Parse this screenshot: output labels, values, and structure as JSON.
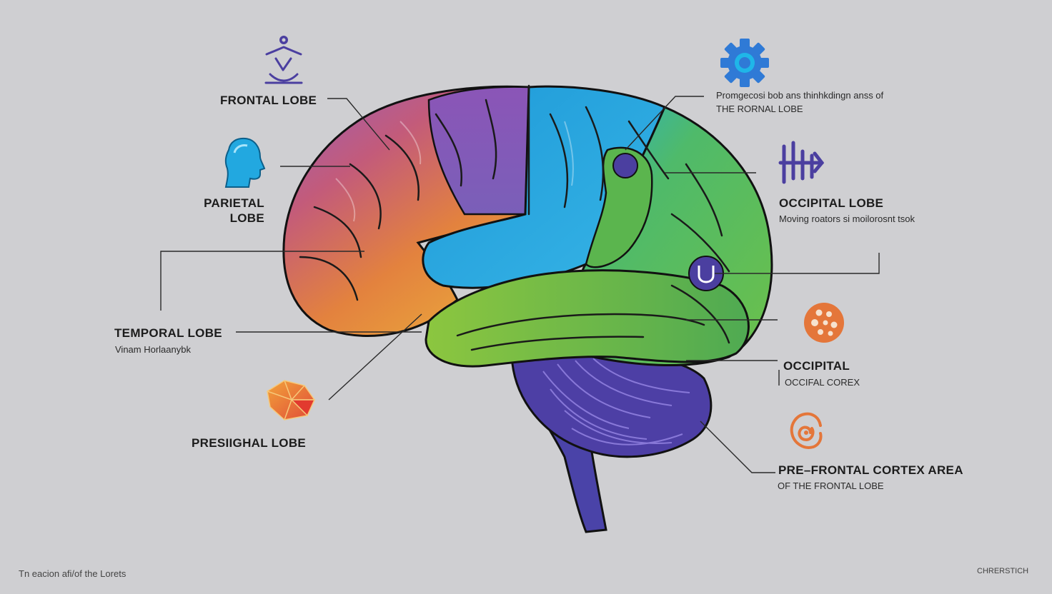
{
  "labels": {
    "frontal_lobe": "FRONTAL LOBE",
    "parietal_lobe_1": "PARIETAL",
    "parietal_lobe_2": "LOBE",
    "temporal_lobe": "TEMPORAL LOBE",
    "temporal_sub": "Vinam Horlaanybk",
    "presighal_lobe": "PRESIIGHAL LOBE",
    "top_right_line1": "Promgecosi bob ans thinhkdingn anss of",
    "top_right_line2": "THE RORNAL LOBE",
    "occipital_lobe": "OCCIPITAL LOBE",
    "occipital_lobe_sub": "Moving roators si moilorosnt tsok",
    "occipital": "OCCIPITAL",
    "occipital_sub": "OCCIFAL COREX",
    "prefrontal": "PRE–FRONTAL CORTEX AREA",
    "prefrontal_sub": "OF THE FRONTAL LOBE"
  },
  "footer": {
    "caption": "Tn eacion afi/of the Lorets",
    "watermark": "CHRERSTICH"
  },
  "colors": {
    "background": "#cfcfd2",
    "frontal_purple": "#8a5ab5",
    "parietal_orange": "#e88a3a",
    "blue_lobe": "#2fa8e0",
    "green_lobe": "#6cc04a",
    "cerebellum_indigo": "#4b3fa0",
    "icon_orange": "#e4763a"
  },
  "icons": [
    "meditation-icon",
    "head-profile-icon",
    "gear-icon",
    "waveform-icon",
    "ear-icon",
    "dots-circle-icon",
    "polygon-icon",
    "spiral-icon"
  ]
}
